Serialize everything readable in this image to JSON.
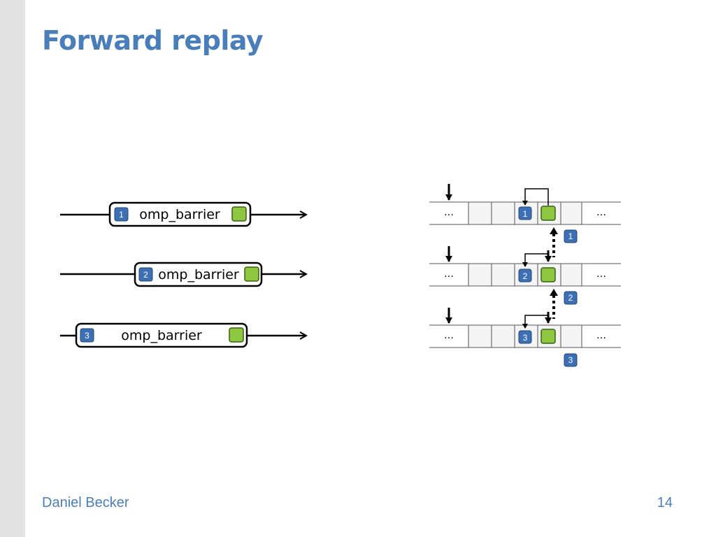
{
  "slide": {
    "title": "Forward replay",
    "author": "Daniel Becker",
    "page_number": "14"
  },
  "colors": {
    "title": "#4a7ebb",
    "badge_fill": "#3d6fb6",
    "green_fill": "#8dc63f",
    "side_band": "#e2e2e2"
  },
  "icons": {
    "event_marker": "green-square-icon",
    "process_id": "numbered-badge-icon",
    "time_arrow": "arrow-right-icon",
    "position_marker": "arrow-down-icon",
    "sync_link": "dotted-double-arrow-icon"
  },
  "timelines": [
    {
      "id": "1",
      "label": "omp_barrier"
    },
    {
      "id": "2",
      "label": "omp_barrier"
    },
    {
      "id": "3",
      "label": "omp_barrier"
    }
  ],
  "trace_rows": [
    {
      "id": "1",
      "ellipsis_left": "…",
      "ellipsis_right": "…",
      "sync_label": "1"
    },
    {
      "id": "2",
      "ellipsis_left": "…",
      "ellipsis_right": "…",
      "sync_label": "2"
    },
    {
      "id": "3",
      "ellipsis_left": "…",
      "ellipsis_right": "…",
      "sync_label": "3"
    }
  ]
}
